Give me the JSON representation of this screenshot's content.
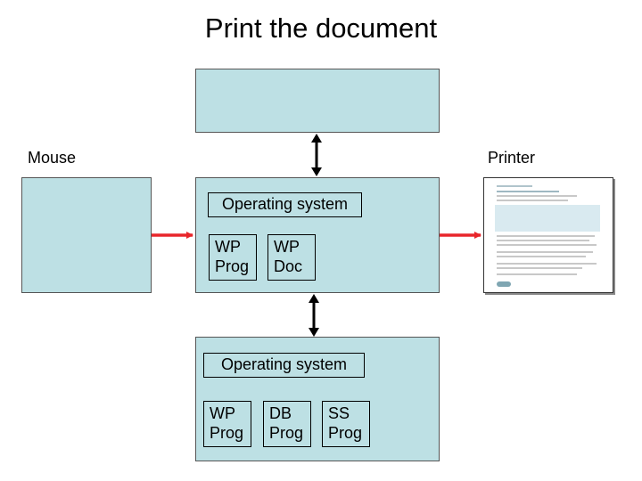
{
  "title": "Print the document",
  "labels": {
    "mouse": "Mouse",
    "printer": "Printer"
  },
  "computer": {
    "os_label": "Operating system",
    "apps": [
      {
        "line1": "WP",
        "line2": "Prog"
      },
      {
        "line1": "WP",
        "line2": "Doc"
      }
    ]
  },
  "server": {
    "os_label": "Operating system",
    "apps": [
      {
        "line1": "WP",
        "line2": "Prog"
      },
      {
        "line1": "DB",
        "line2": "Prog"
      },
      {
        "line1": "SS",
        "line2": "Prog"
      }
    ]
  },
  "colors": {
    "box_fill": "#bde0e4",
    "input_arrow": "#e8262b",
    "link_arrow": "#000000"
  }
}
